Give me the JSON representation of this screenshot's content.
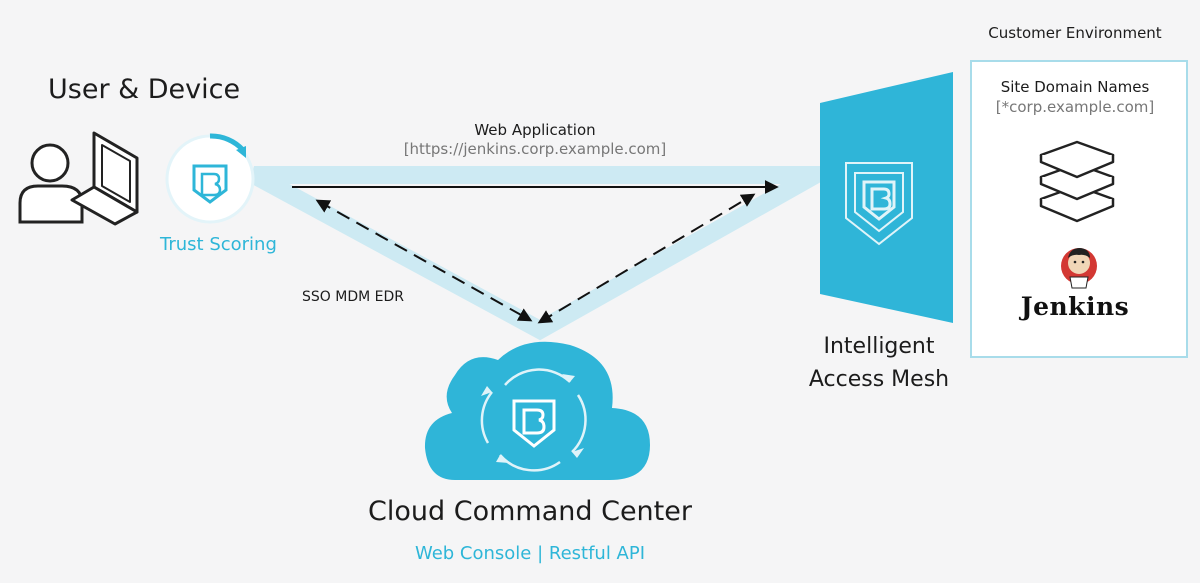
{
  "user_device": {
    "title": "User & Device",
    "trust_label": "Trust Scoring"
  },
  "flow": {
    "web_app_title": "Web Application",
    "web_app_url": "[https://jenkins.corp.example.com]",
    "sso_label": "SSO MDM EDR"
  },
  "mesh": {
    "line1": "Intelligent",
    "line2": "Access Mesh"
  },
  "customer": {
    "title": "Customer Environment",
    "site_title": "Site Domain Names",
    "site_domain": "[*corp.example.com]",
    "jenkins_label": "Jenkins"
  },
  "command_center": {
    "title": "Cloud Command Center",
    "subtitle": "Web Console | Restful API"
  },
  "colors": {
    "accent": "#2eb6d8",
    "channel": "#cdeaf3",
    "text": "#1c1c1c"
  },
  "icons": [
    "user-icon",
    "laptop-icon",
    "trust-gauge-icon",
    "shield-icon",
    "cloud-icon",
    "stack-icon",
    "jenkins-butler-icon"
  ]
}
